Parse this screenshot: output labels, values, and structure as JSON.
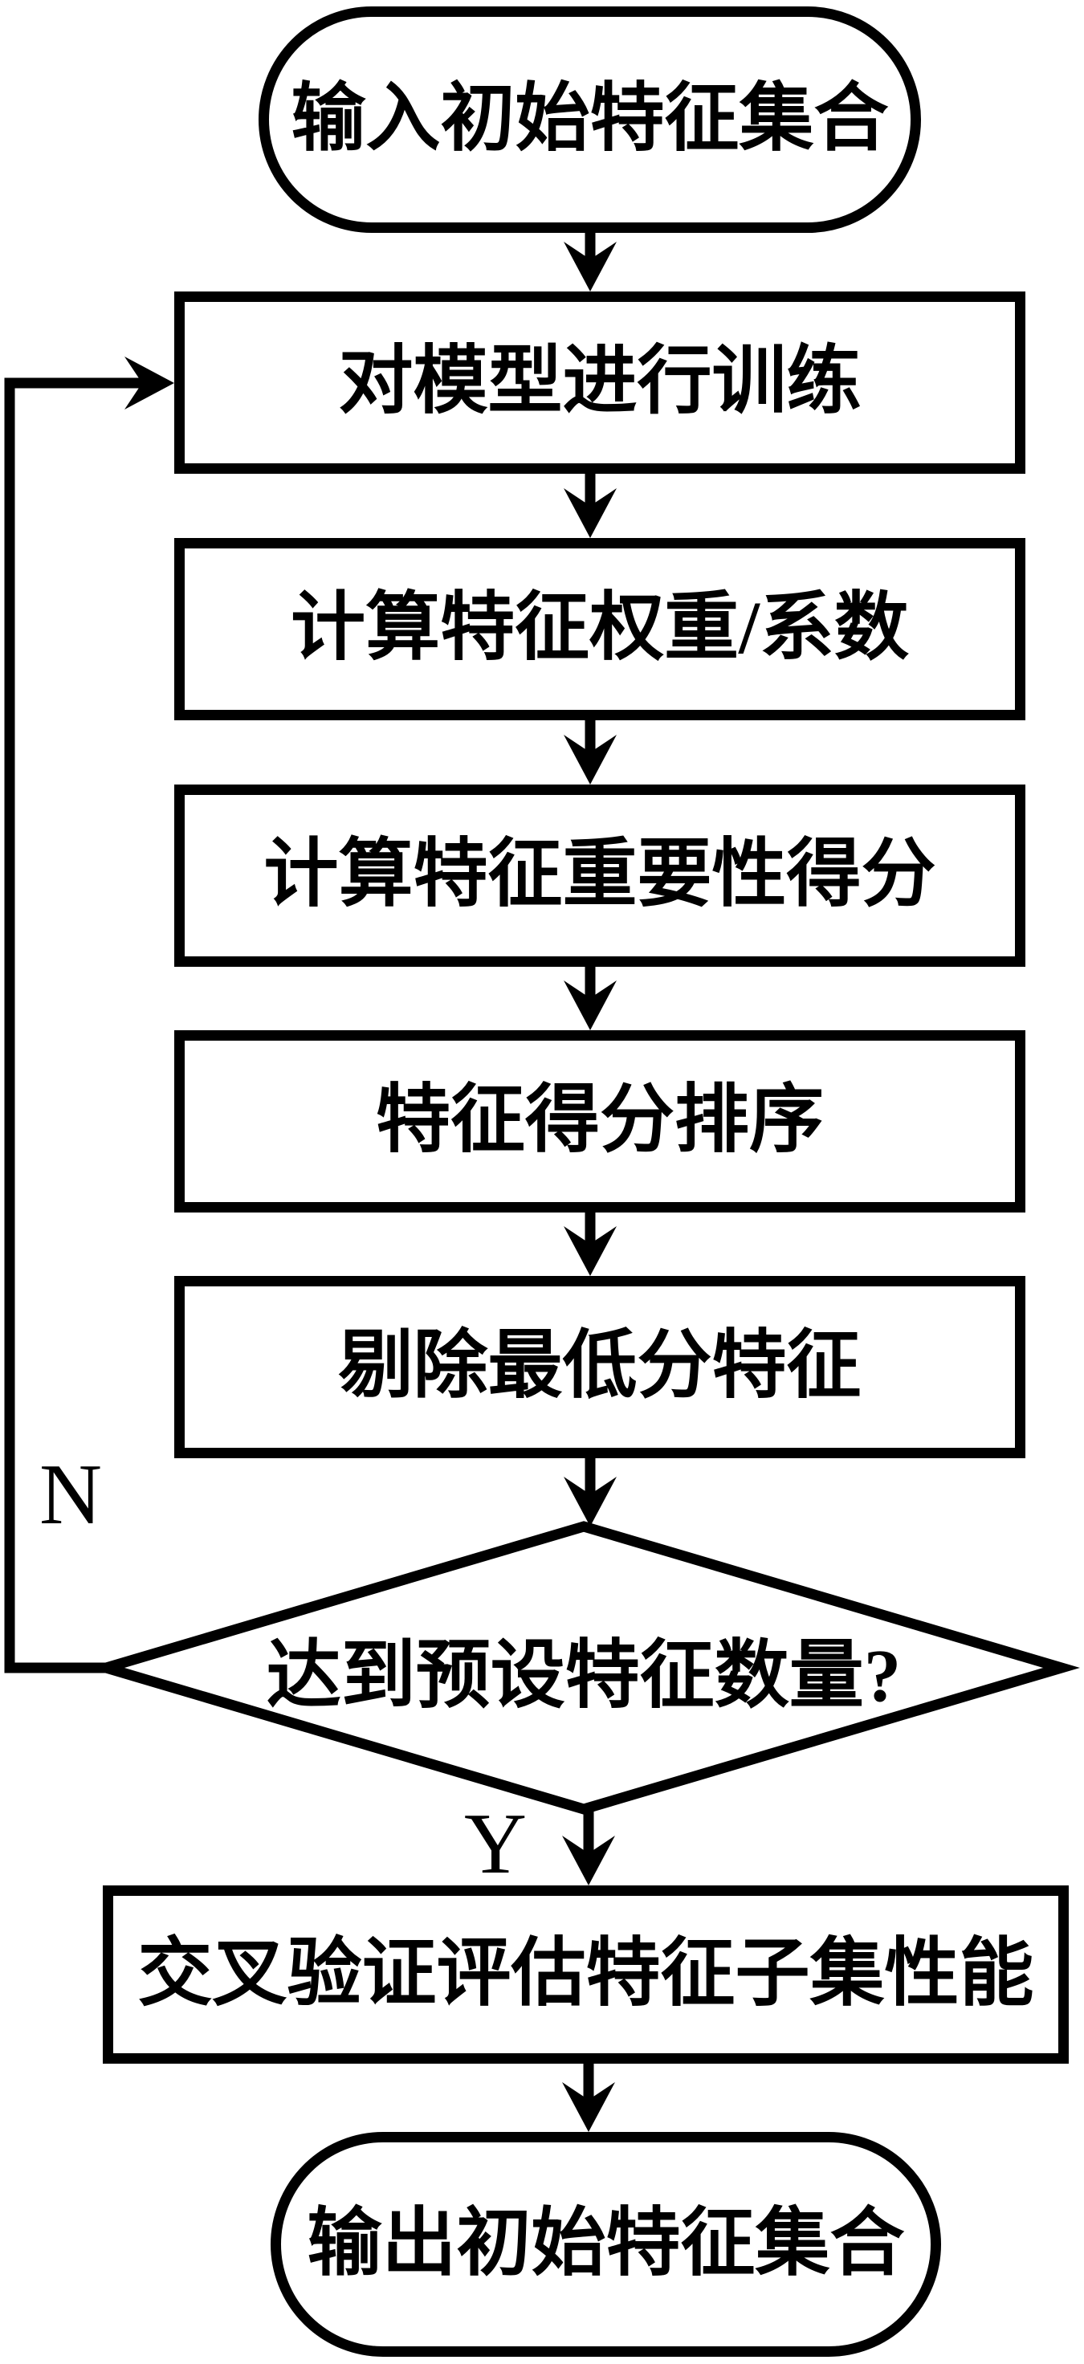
{
  "diagram": {
    "type": "flowchart",
    "background_color": "#ffffff",
    "stroke_color": "#000000",
    "text_color": "#000000",
    "nodes": [
      {
        "id": "start",
        "shape": "stadium",
        "label": "输入初始特征集合"
      },
      {
        "id": "train-model",
        "shape": "process",
        "label": "对模型进行训练"
      },
      {
        "id": "compute-weights",
        "shape": "process",
        "label": "计算特征权重/系数"
      },
      {
        "id": "compute-importance",
        "shape": "process",
        "label": "计算特征重要性得分"
      },
      {
        "id": "sort-scores",
        "shape": "process",
        "label": "特征得分排序"
      },
      {
        "id": "remove-lowest",
        "shape": "process",
        "label": "剔除最低分特征"
      },
      {
        "id": "decision",
        "shape": "decision",
        "label": "达到预设特征数量?"
      },
      {
        "id": "cross-validate",
        "shape": "process",
        "label": "交叉验证评估特征子集性能"
      },
      {
        "id": "end",
        "shape": "stadium",
        "label": "输出初始特征集合"
      }
    ],
    "edges": [
      {
        "from": "start",
        "to": "train-model",
        "label": ""
      },
      {
        "from": "train-model",
        "to": "compute-weights",
        "label": ""
      },
      {
        "from": "compute-weights",
        "to": "compute-importance",
        "label": ""
      },
      {
        "from": "compute-importance",
        "to": "sort-scores",
        "label": ""
      },
      {
        "from": "sort-scores",
        "to": "remove-lowest",
        "label": ""
      },
      {
        "from": "remove-lowest",
        "to": "decision",
        "label": ""
      },
      {
        "from": "decision",
        "to": "train-model",
        "label": "N"
      },
      {
        "from": "decision",
        "to": "cross-validate",
        "label": "Y"
      },
      {
        "from": "cross-validate",
        "to": "end",
        "label": ""
      }
    ]
  }
}
